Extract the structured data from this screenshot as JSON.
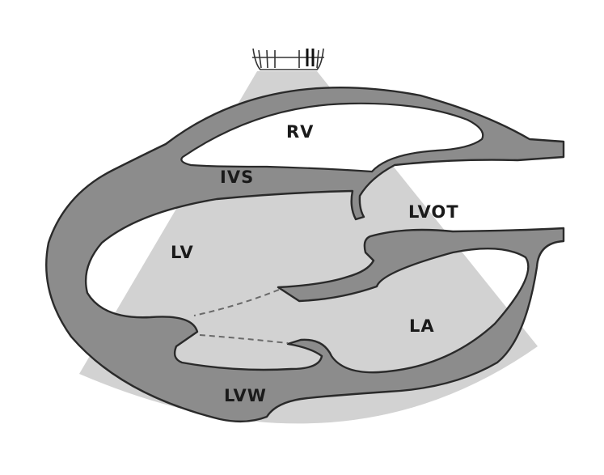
{
  "labels": {
    "rv": "RV",
    "ivs": "IVS",
    "lvot": "LVOT",
    "lv": "LV",
    "la": "LA",
    "lvw": "LVW"
  },
  "colors": {
    "sector": "#d2d2d2",
    "wall": "#8c8c8c",
    "outline": "#2a2a2a",
    "background": "#ffffff"
  },
  "icons": {
    "probe": "ultrasound-transducer-icon"
  }
}
